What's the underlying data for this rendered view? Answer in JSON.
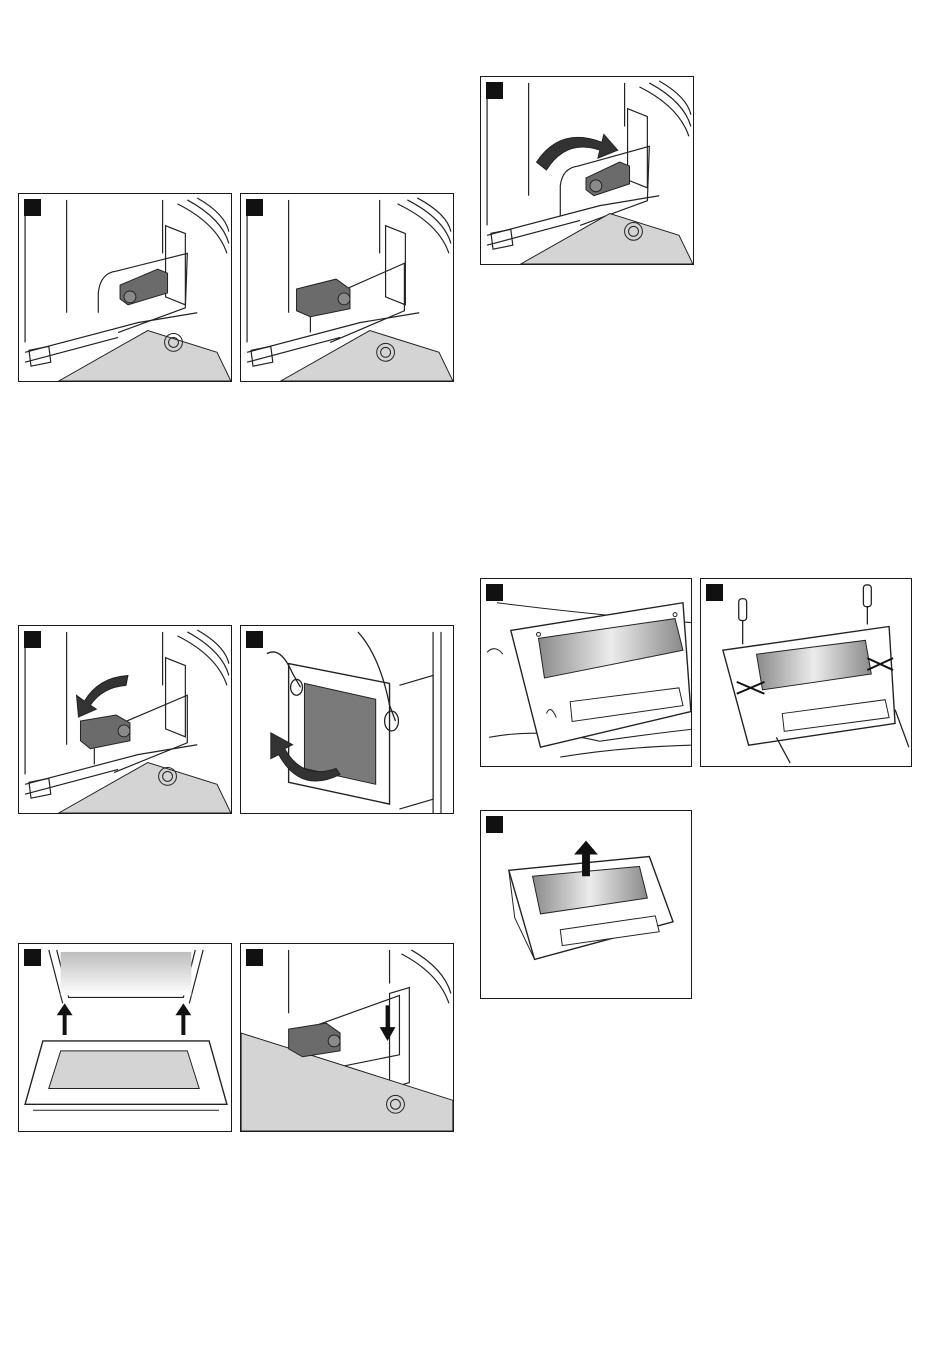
{
  "page": {
    "colors": {
      "frame": "#1a1a1a",
      "line": "#222222",
      "handle": "#6b6b6b",
      "shade": "#d4d4d4",
      "glass_dark": "#7a7a7a",
      "background": "#ffffff"
    }
  },
  "figures": [
    {
      "id": "hinge-lever-closed",
      "icons": [
        "step-marker",
        "hinge-lever-icon",
        "hinge-screw-icon"
      ]
    },
    {
      "id": "hinge-lever-folded",
      "icons": [
        "step-marker",
        "hinge-lever-icon",
        "hinge-screw-icon"
      ]
    },
    {
      "id": "hinge-lever-fold-down",
      "icons": [
        "step-marker",
        "curved-arrow-icon",
        "hinge-lever-icon"
      ]
    },
    {
      "id": "door-lift-off",
      "icons": [
        "step-marker",
        "hands-icon",
        "curved-arrow-icon"
      ]
    },
    {
      "id": "door-refit",
      "icons": [
        "step-marker",
        "arrow-up-icon",
        "arrow-up-icon"
      ]
    },
    {
      "id": "hinge-slot-insert",
      "icons": [
        "step-marker",
        "arrow-down-icon",
        "hinge-lever-icon"
      ]
    },
    {
      "id": "hinge-lever-fold-back",
      "icons": [
        "step-marker",
        "curved-arrow-icon",
        "hinge-lever-icon"
      ]
    },
    {
      "id": "door-on-cloth",
      "icons": [
        "step-marker",
        "cloth-icon"
      ]
    },
    {
      "id": "unscrew-cover",
      "icons": [
        "step-marker",
        "screwdriver-icon",
        "cross-icon"
      ]
    },
    {
      "id": "lift-cover",
      "icons": [
        "step-marker",
        "arrow-up-icon"
      ]
    }
  ]
}
